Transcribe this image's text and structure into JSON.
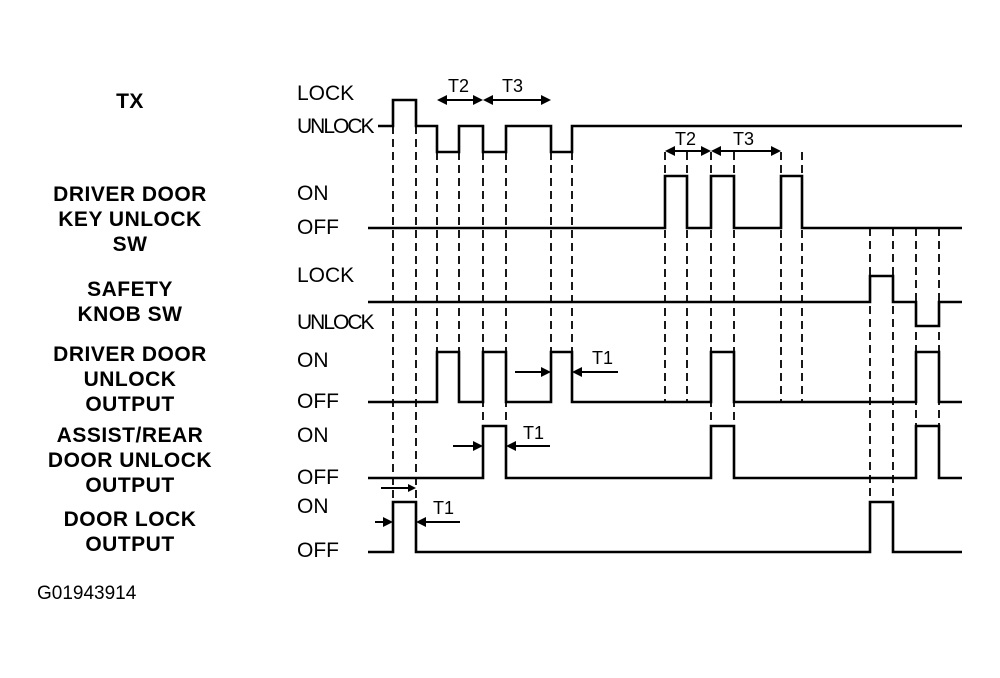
{
  "signals": [
    {
      "label_lines": [
        "TX"
      ]
    },
    {
      "label_lines": [
        "DRIVER DOOR",
        "KEY UNLOCK",
        "SW"
      ]
    },
    {
      "label_lines": [
        "SAFETY",
        "KNOB SW"
      ]
    },
    {
      "label_lines": [
        "DRIVER DOOR",
        "UNLOCK",
        "OUTPUT"
      ]
    },
    {
      "label_lines": [
        "ASSIST/REAR",
        "DOOR UNLOCK",
        "OUTPUT"
      ]
    },
    {
      "label_lines": [
        "DOOR LOCK",
        "OUTPUT"
      ]
    }
  ],
  "levels": {
    "tx_high": "LOCK",
    "tx_low": "UNLOCK",
    "key_high": "ON",
    "key_low": "OFF",
    "knob_high": "LOCK",
    "knob_low": "UNLOCK",
    "drv_high": "ON",
    "drv_low": "OFF",
    "rear_high": "ON",
    "rear_low": "OFF",
    "lock_high": "ON",
    "lock_low": "OFF"
  },
  "timings": {
    "t2_a": "T2",
    "t3_a": "T3",
    "t2_b": "T2",
    "t3_b": "T3",
    "t1_drv": "T1",
    "t1_rear": "T1",
    "t1_lock": "T1"
  },
  "figure_id": "G01943914"
}
